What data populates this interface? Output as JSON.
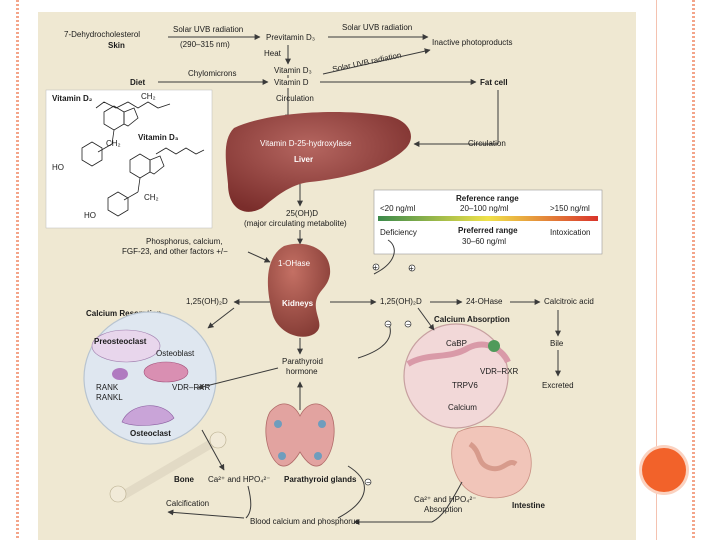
{
  "labels": {
    "dehydro": "7-Dehydrocholesterol",
    "skin": "Skin",
    "solar1": "Solar UVB radiation",
    "wavelength": "(290–315 nm)",
    "previtD3": "Previtamin D₃",
    "solar2": "Solar UVB radiation",
    "inactive": "Inactive photoproducts",
    "heat": "Heat",
    "solar3": "Solar UVB radiation",
    "vitD3": "Vitamin D₃",
    "diet": "Diet",
    "chylo": "Chylomicrons",
    "vitD": "Vitamin D",
    "fatcell": "Fat cell",
    "circ1": "Circulation",
    "vitD2struct": "Vitamin D₂",
    "vitD3struct": "Vitamin D₃",
    "hydroxylase": "Vitamin D-25-hydroxylase",
    "liver": "Liver",
    "circ2": "Circulation",
    "ohd": "25(OH)D",
    "ohd_note": "(major circulating metabolite)",
    "phos1": "Phosphorus, calcium,",
    "phos2": "FGF-23, and other factors +/−",
    "ohase1": "1-OHase",
    "kidneys": "Kidneys",
    "ohd125_left": "1,25(OH)₂D",
    "ohd125_right": "1,25(OH)₂D",
    "ohase24": "24-OHase",
    "calcitroic": "Calcitroic acid",
    "bile": "Bile",
    "excreted": "Excreted",
    "resorption": "Calcium Resorption",
    "preosteo": "Preosteoclast",
    "osteoblast": "Osteoblast",
    "rank": "RANK",
    "rankl": "RANKL",
    "vdr_rxr1": "VDR–RXR",
    "osteoclast": "Osteoclast",
    "pth1": "Parathyroid",
    "pth2": "hormone",
    "absorption": "Calcium Absorption",
    "cabp": "CaBP",
    "vdr_rxr2": "VDR–RXR",
    "trpv6": "TRPV6",
    "calcium": "Calcium",
    "bone": "Bone",
    "ca_hpo_left": "Ca²⁺ and HPO₄²⁻",
    "parathyroid_glands": "Parathyroid glands",
    "calcification": "Calcification",
    "ca_hpo_right": "Ca²⁺ and HPO₄²⁻",
    "absorption2": "Absorption",
    "intestine": "Intestine",
    "blood": "Blood calcium and phosphorus",
    "minus1": "−",
    "minus2": "−",
    "minus3": "−",
    "plus1": "+",
    "plus2": "+"
  },
  "chem": {
    "ch2_top": "CH₂",
    "ch2_mid": "CH₂",
    "ch2_low": "CH₂",
    "ho1": "HO",
    "ho2": "HO"
  },
  "reference": {
    "title": "Reference range",
    "range_low": "<20 ng/ml",
    "range_mid": "20–100 ng/ml",
    "range_high": ">150 ng/ml",
    "preferred_title": "Preferred range",
    "preferred_value": "30–60 ng/ml",
    "deficiency": "Deficiency",
    "intoxication": "Intoxication",
    "gradient_colors": [
      "#3b8a4b",
      "#f0e24a",
      "#d9342b"
    ]
  },
  "colors": {
    "figure_bg": "#efe8d2",
    "accent": "#f2622a",
    "liver": "#8c3a37",
    "kidney": "#9c4a3f",
    "circle_left": "#dfe7f0",
    "circle_right": "#f2d8d8"
  }
}
